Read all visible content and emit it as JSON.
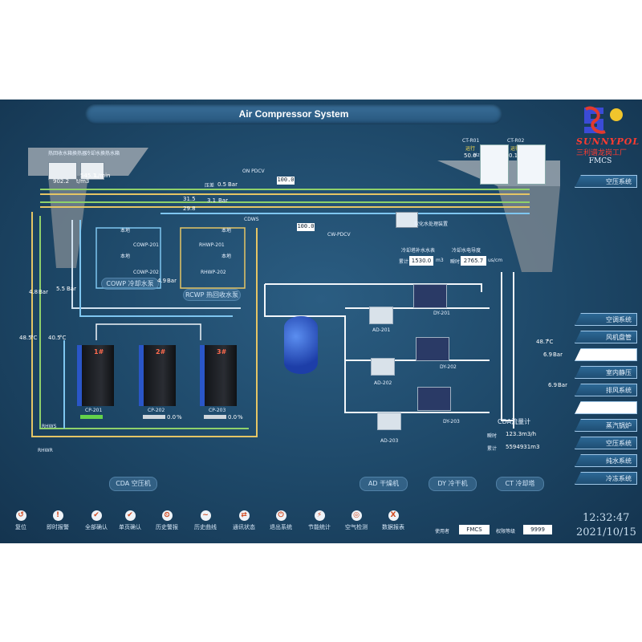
{
  "window": {
    "title": "Air Compressor System"
  },
  "logo": {
    "brand": "SUNNYPOL",
    "cn_name": "三利谱龙岗工厂",
    "sub": "FMCS"
  },
  "nav_button": "空压系统",
  "side_menu": [
    {
      "label": "空调系统",
      "white": false
    },
    {
      "label": "风机盘管",
      "white": false
    },
    {
      "label": "",
      "white": true
    },
    {
      "label": "室内静压",
      "white": false
    },
    {
      "label": "排风系统",
      "white": false
    },
    {
      "label": "",
      "white": true
    },
    {
      "label": "蒸汽锅炉",
      "white": false
    },
    {
      "label": "空压系统",
      "white": false
    },
    {
      "label": "纯水系统",
      "white": false
    },
    {
      "label": "冷冻系统",
      "white": false
    }
  ],
  "top_labels": {
    "hx1": "热回收水箱换热器",
    "hx2": "冷却水换热水箱",
    "hx1_val": "902.2",
    "hx2_val": "545.1",
    "hx1_unit": "t/m3",
    "hx2_unit": "L/min",
    "valve_label": "压差",
    "valve_val": "0.5",
    "valve_unit": "Bar",
    "pdcv1": "ON PDCV",
    "pdcv1_val": "100.0",
    "pdcv2": "CW-PDCV",
    "pdcv2_val": "100.0",
    "temp1": "31.5",
    "temp2": "29.8",
    "temp3": "3.1",
    "bar_unit": "Bar",
    "cdws": "CDWS"
  },
  "ct": {
    "ct1_name": "CT-R01",
    "ct1_state": "运行",
    "ct1_val": "50.0",
    "ct1_unit": "Hz",
    "ct2_name": "CT-R02",
    "ct2_state": "运行",
    "ct2_val": "0.1",
    "ct2_unit": "Hz",
    "makeup_title": "冷却塔补水水表",
    "makeup_label": "累计",
    "makeup_val": "1530.0",
    "makeup_unit": "m3",
    "cond_title": "冷却水电导度",
    "cond_label": "瞬时",
    "cond_val": "2765.7",
    "cond_unit": "us/cm",
    "softener_label": "软化水处理装置"
  },
  "pumps": {
    "cowp_label": "COWP 冷却水泵",
    "rcwp_label": "RCWP 热回收水泵",
    "cowp1": "COWP-201",
    "cowp2": "COWP-202",
    "rhwp1": "RHWP-201",
    "rhwp2": "RHWP-202",
    "local1": "本地",
    "local2": "本地",
    "local3": "本地",
    "local4": "本地",
    "p_left": "4.8",
    "p_right": "5.5",
    "p_mid": "4.9",
    "unit_bar": "Bar",
    "t_left1": "48.5",
    "t_left2": "40.5",
    "unit_c": "°C",
    "rhws": "RHWS",
    "rhwr": "RHWR"
  },
  "compressors": [
    {
      "num": "1#",
      "name": "CP-201",
      "pct": ""
    },
    {
      "num": "2#",
      "name": "CP-202",
      "pct": "0.0"
    },
    {
      "num": "3#",
      "name": "CP-203",
      "pct": "0.0"
    }
  ],
  "pct_unit": "%",
  "dryers": {
    "ad1": "AD-201",
    "ad2": "AD-202",
    "ad3": "AD-203",
    "dy1": "DY-201",
    "dy2": "DY-202",
    "dy3": "DY-203",
    "t_right": "48.7",
    "p_right1": "6.9",
    "p_right2": "6.9",
    "unit_c": "°C",
    "unit_bar": "Bar"
  },
  "cda": {
    "title": "CDA流量计",
    "inst_label": "瞬时",
    "inst_val": "123.3m3/h",
    "total_label": "累计",
    "total_val": "5594931m3"
  },
  "section_tabs": [
    "CDA 空压机",
    "AD 干燥机",
    "DY 冷干机",
    "CT 冷却塔"
  ],
  "toolbar": [
    {
      "label": "复位",
      "icon": "reset-icon",
      "glyph": "↺"
    },
    {
      "label": "即时报警",
      "icon": "alarm-icon",
      "glyph": "!"
    },
    {
      "label": "全部确认",
      "icon": "check-all-icon",
      "glyph": "✔"
    },
    {
      "label": "单页确认",
      "icon": "check-page-icon",
      "glyph": "✔"
    },
    {
      "label": "历史警报",
      "icon": "history-alarm-icon",
      "glyph": "⏲"
    },
    {
      "label": "历史曲线",
      "icon": "history-curve-icon",
      "glyph": "~"
    },
    {
      "label": "通讯状态",
      "icon": "comm-icon",
      "glyph": "⇄"
    },
    {
      "label": "退出系统",
      "icon": "exit-icon",
      "glyph": "⏻"
    },
    {
      "label": "节能统计",
      "icon": "energy-icon",
      "glyph": "⚡"
    },
    {
      "label": "空气检测",
      "icon": "air-check-icon",
      "glyph": "◎"
    },
    {
      "label": "数据报表",
      "icon": "report-icon",
      "glyph": "X"
    }
  ],
  "user": {
    "label": "使用者",
    "value": "FMCS"
  },
  "level": {
    "label": "权限等级",
    "value": "9999"
  },
  "clock": {
    "time": "12:32:47",
    "date": "2021/10/15"
  }
}
